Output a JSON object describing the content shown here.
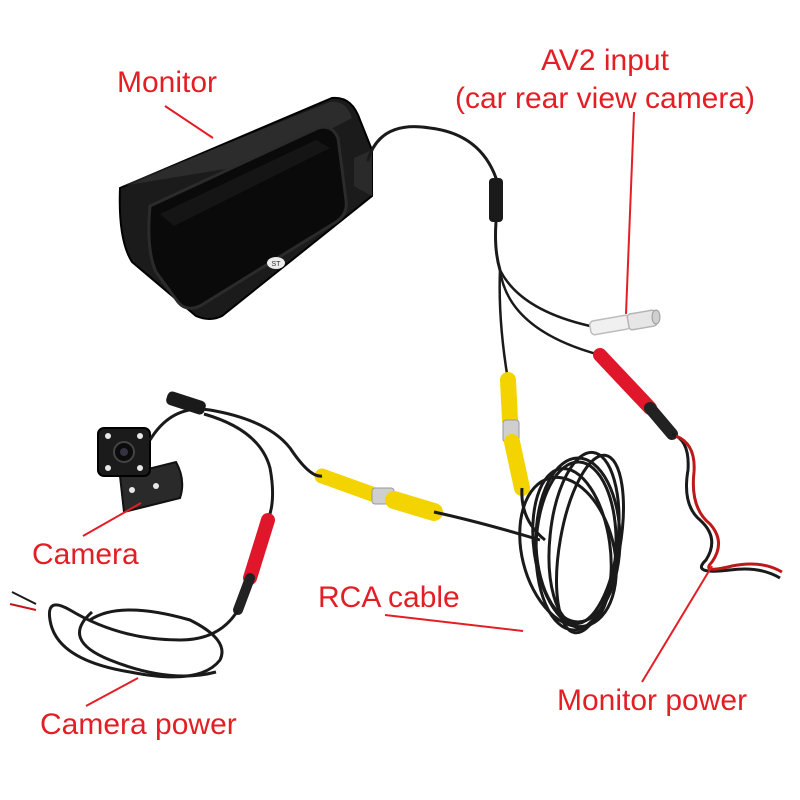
{
  "labels": {
    "monitor": "Monitor",
    "av2_input_line1": "AV2 input",
    "av2_input_line2": "(car rear view camera)",
    "camera": "Camera",
    "rca_cable": "RCA cable",
    "camera_power": "Camera power",
    "monitor_power": "Monitor power"
  },
  "monitor_logo_text": "ST",
  "colors": {
    "label_text": "#e31e24",
    "pointer_line": "#e31e24",
    "cable": "#1a1a1a",
    "rca_yellow": "#f4d400",
    "rca_red": "#e0162b",
    "rca_white": "#f2f2f2",
    "monitor_body": "#1e1e1e",
    "monitor_screen": "#0c0c0c"
  }
}
